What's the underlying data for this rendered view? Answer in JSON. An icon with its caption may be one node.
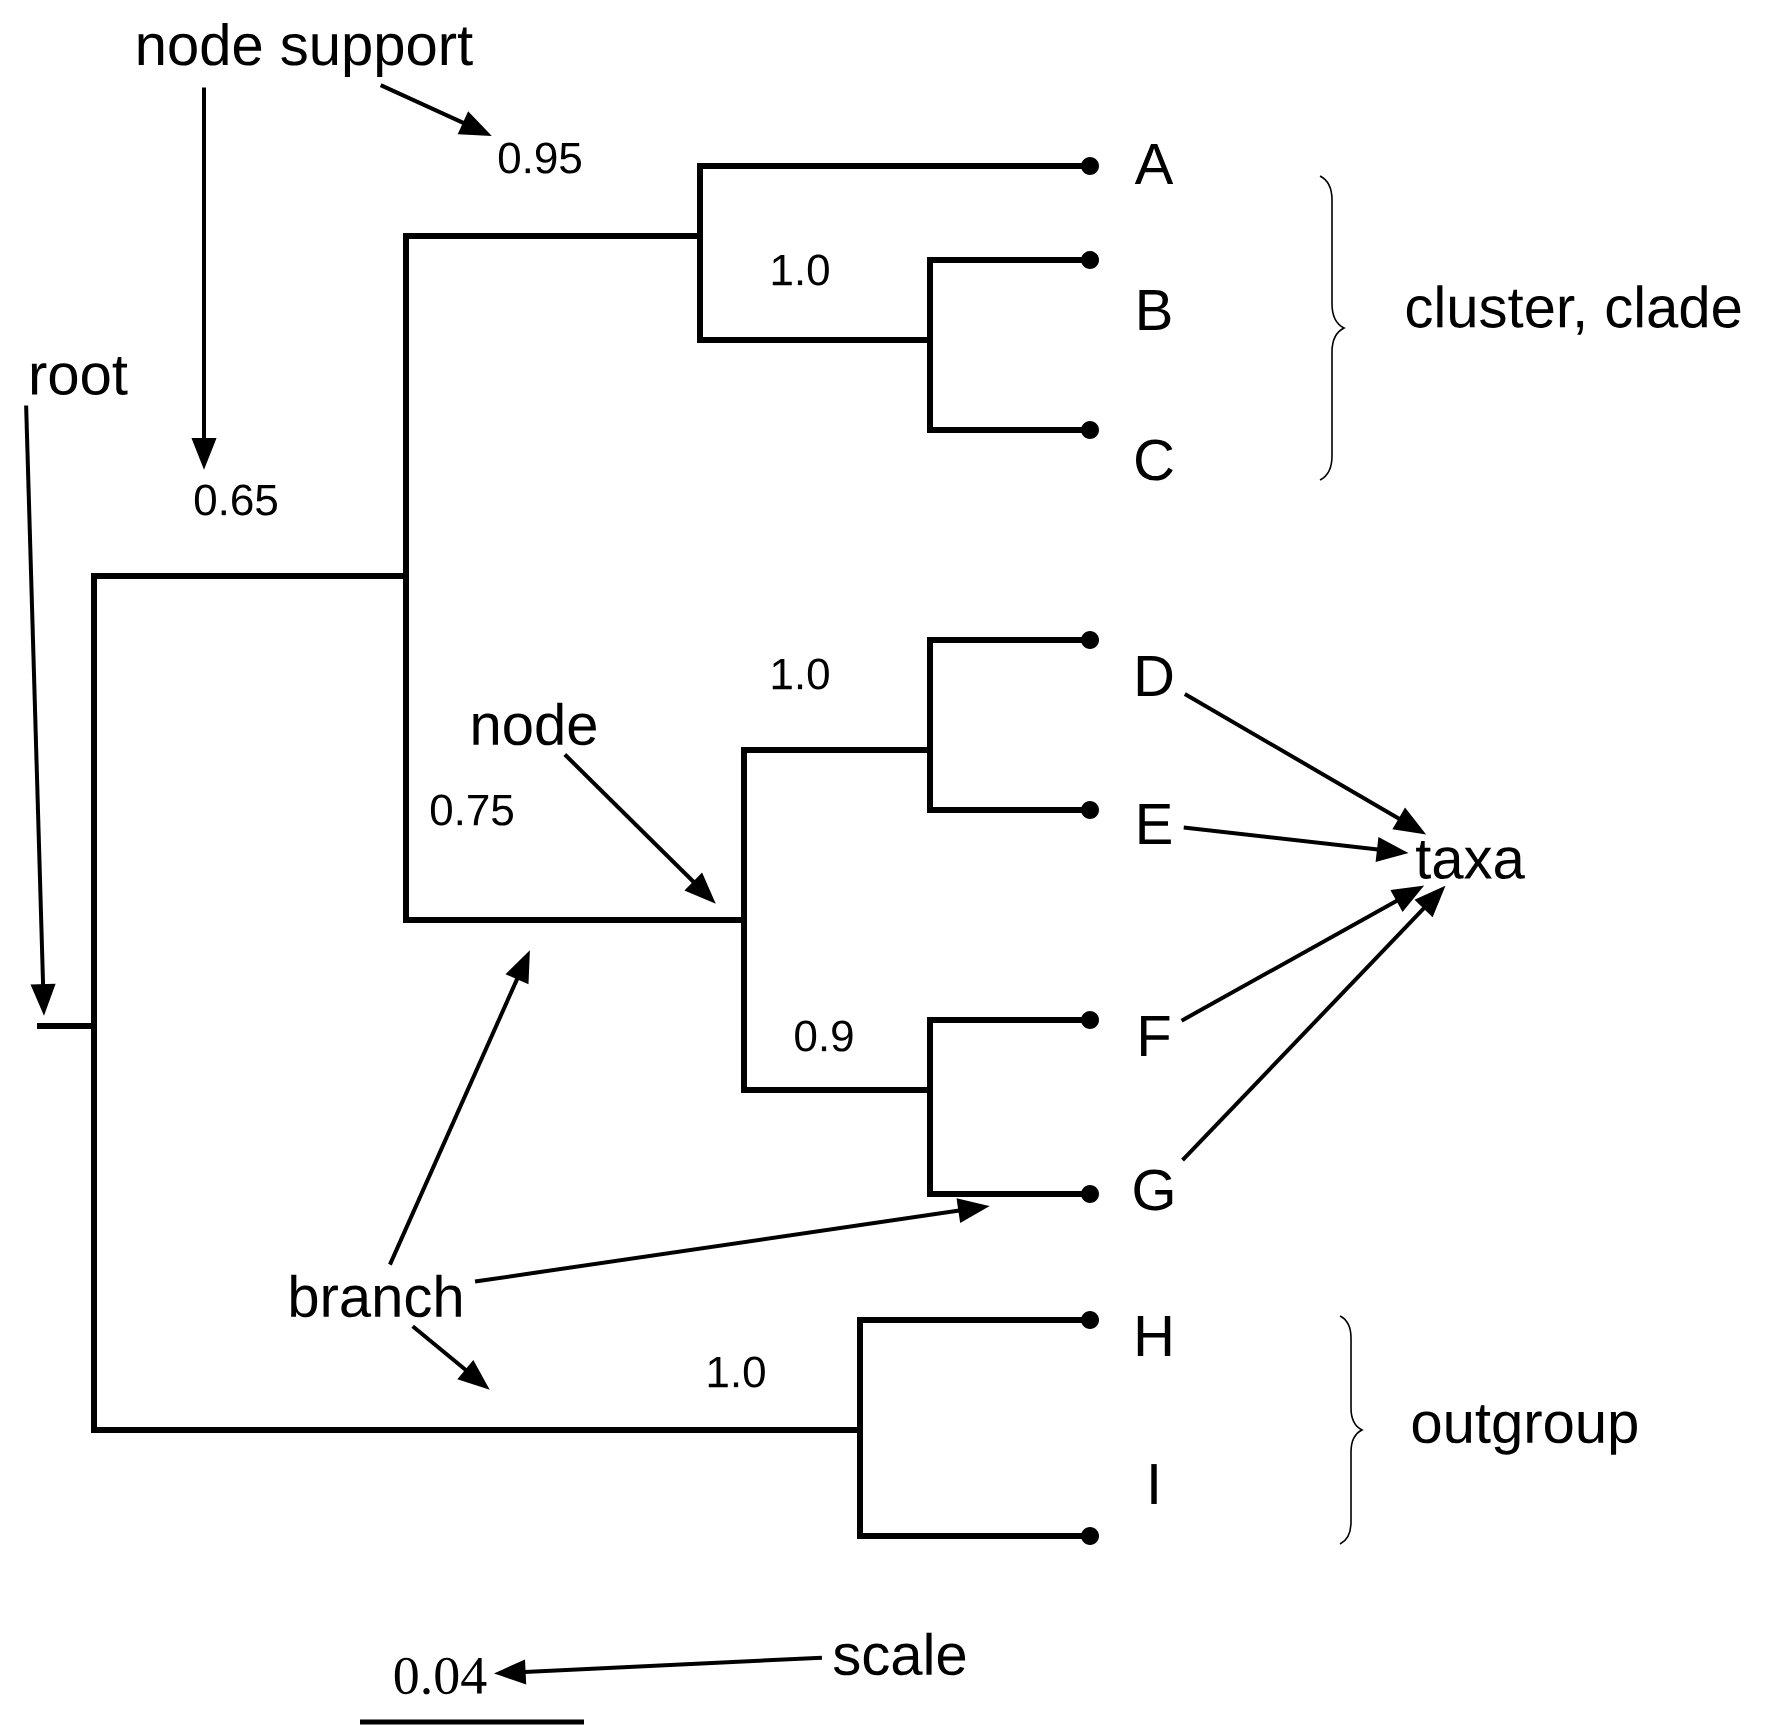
{
  "diagram": {
    "nodes": [
      {
        "text": [
          "node support"
        ]
      },
      {
        "text": [
          "0.95"
        ]
      },
      {
        "text": [
          "0.65"
        ]
      },
      {
        "text": [
          "root"
        ]
      },
      {
        "text": [
          "1.0"
        ]
      },
      {
        "text": [
          "0.75"
        ]
      },
      {
        "text": [
          "node"
        ]
      },
      {
        "text": [
          "1.0"
        ]
      },
      {
        "text": [
          "0.9"
        ]
      },
      {
        "text": [
          "branch"
        ]
      },
      {
        "text": [
          "1.0"
        ]
      },
      {
        "text": [
          "A"
        ]
      },
      {
        "text": [
          "B"
        ]
      },
      {
        "text": [
          "C"
        ]
      },
      {
        "text": [
          "D"
        ]
      },
      {
        "text": [
          "E"
        ]
      },
      {
        "text": [
          "F"
        ]
      },
      {
        "text": [
          "G"
        ]
      },
      {
        "text": [
          "H"
        ]
      },
      {
        "text": [
          "I"
        ]
      },
      {
        "text": [
          "taxa"
        ]
      },
      {
        "text": [
          "0.04"
        ]
      },
      {
        "text": [
          "scale"
        ]
      }
    ],
    "edges": [
      {
        "from": 0,
        "to": 1,
        "arrow": "to"
      },
      {
        "from": 0,
        "to": 2,
        "arrow": "to"
      },
      {
        "from": 3,
        "to": null,
        "arrow": "to"
      },
      {
        "from": 6,
        "to": null,
        "arrow": "to"
      },
      {
        "from": 9,
        "to": null,
        "arrow": "to"
      },
      {
        "from": 9,
        "to": null,
        "arrow": "to"
      },
      {
        "from": 9,
        "to": null,
        "arrow": "to"
      },
      {
        "from": 14,
        "to": 20,
        "arrow": "to"
      },
      {
        "from": 15,
        "to": 20,
        "arrow": "to"
      },
      {
        "from": 16,
        "to": 20,
        "arrow": "to"
      },
      {
        "from": 17,
        "to": 20,
        "arrow": "to"
      },
      {
        "from": 22,
        "to": 21,
        "arrow": "to"
      }
    ],
    "labels": [
      "cluster, clade",
      "outgroup"
    ]
  }
}
